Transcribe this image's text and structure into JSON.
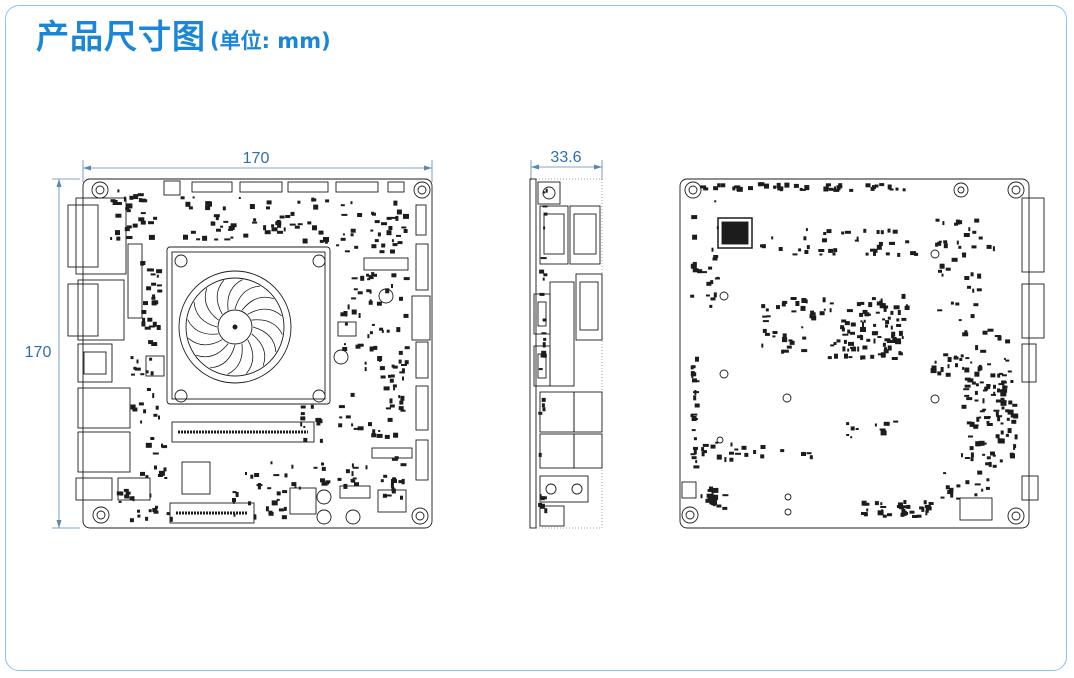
{
  "title": {
    "main": "产品尺寸图",
    "unit": "(单位: mm)"
  },
  "dimensions": {
    "width": "170",
    "height": "170",
    "thickness": "33.6"
  },
  "colors": {
    "title": "#1a86d8",
    "frame": "#8ec3ec",
    "dimension": "#2f6fa9",
    "drawing": "#1c1c1c"
  }
}
